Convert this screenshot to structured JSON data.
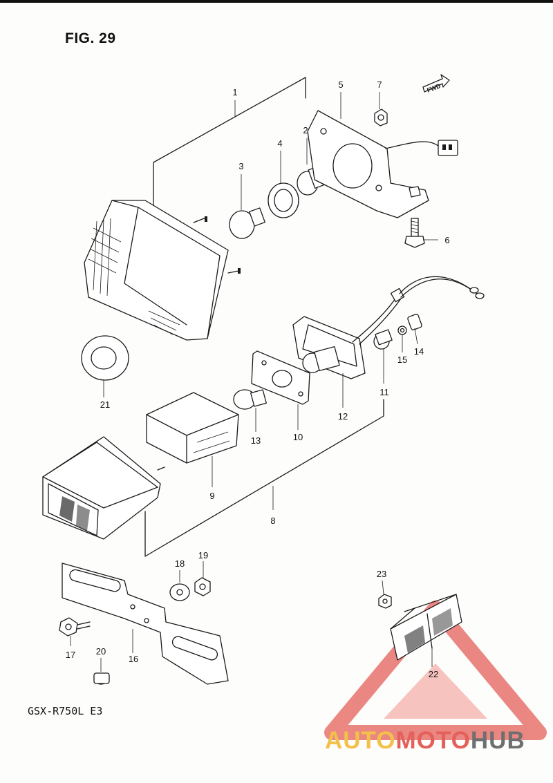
{
  "figure": {
    "title": "FIG. 29",
    "model": "GSX-R750L  E3",
    "fwd_mark": "FWD"
  },
  "watermark": {
    "part1": "AUTO",
    "part2": "MOTO",
    "part3": "HUB",
    "colors": {
      "yellow": "#f3c04a",
      "red": "#e4605a",
      "gray": "#6f6f6f"
    }
  },
  "callouts": [
    "1",
    "2",
    "3",
    "4",
    "5",
    "6",
    "7",
    "8",
    "9",
    "10",
    "11",
    "12",
    "13",
    "14",
    "15",
    "16",
    "17",
    "18",
    "19",
    "20",
    "21",
    "22",
    "23"
  ]
}
